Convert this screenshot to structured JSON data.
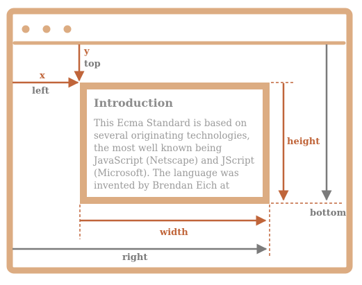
{
  "colors": {
    "frame": "#dcac82",
    "accent": "#c0653a",
    "gray": "#7b7b7b",
    "text_gray": "#9a9a9a"
  },
  "window": {
    "dots": [
      "window-dot",
      "window-dot",
      "window-dot"
    ]
  },
  "labels": {
    "y": "y",
    "top": "top",
    "x": "x",
    "left": "left",
    "height": "height",
    "bottom": "bottom",
    "width": "width",
    "right": "right"
  },
  "card": {
    "title": "Introduction",
    "lines": [
      "This Ecma Standard is based on",
      "several originating technologies,",
      "the most well known being",
      "JavaScript (Netscape) and JScript",
      "(Microsoft). The language was",
      "invented by Brendan Eich at"
    ]
  }
}
